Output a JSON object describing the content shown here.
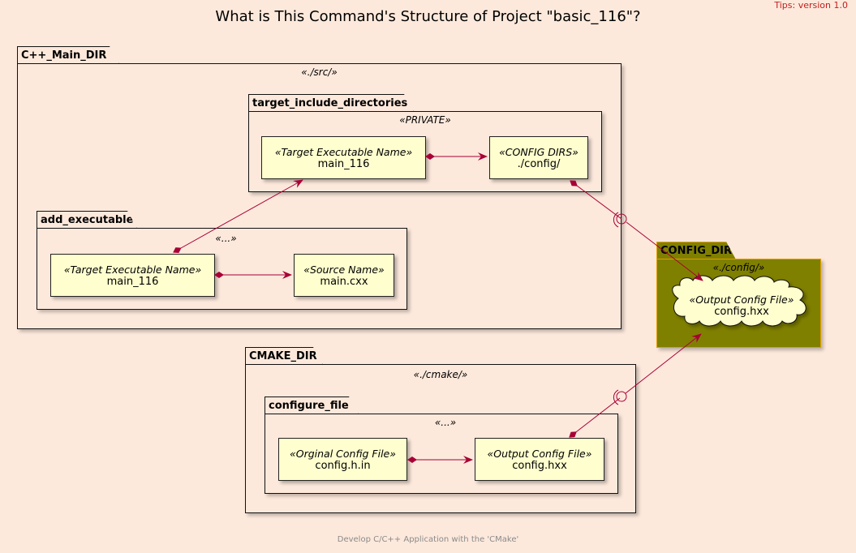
{
  "title": "What is This Command's Structure of Project \"basic_116\"?",
  "tips": "Tips: version 1.0",
  "footer": "Develop C/C++ Application with the 'CMake'",
  "colors": {
    "background": "#FDE9DC",
    "arrow": "#A80036",
    "node_fill": "#FEFECE",
    "config_dir_fill": "#808000",
    "config_dir_border": "#E0A000"
  },
  "packages": {
    "cpp_main": {
      "name": "C++_Main_DIR",
      "stereotype": "«./src/»"
    },
    "target_include": {
      "name": "target_include_directories",
      "stereotype": "«PRIVATE»"
    },
    "add_executable": {
      "name": "add_executable",
      "stereotype": "«...»"
    },
    "config_dir": {
      "name": "CONFIG_DIR",
      "stereotype": "«./config/»"
    },
    "cmake_dir": {
      "name": "CMAKE_DIR",
      "stereotype": "«./cmake/»"
    },
    "configure_file": {
      "name": "configure_file",
      "stereotype": "«...»"
    }
  },
  "nodes": {
    "tid_target": {
      "stereotype": "«Target Executable Name»",
      "label": "main_116"
    },
    "tid_config": {
      "stereotype": "«CONFIG DIRS»",
      "label": "./config/"
    },
    "ae_target": {
      "stereotype": "«Target Executable Name»",
      "label": "main_116"
    },
    "ae_source": {
      "stereotype": "«Source Name»",
      "label": "main.cxx"
    },
    "cd_output": {
      "stereotype": "«Output Config File»",
      "label": "config.hxx"
    },
    "cf_original": {
      "stereotype": "«Orginal Config File»",
      "label": "config.h.in"
    },
    "cf_output": {
      "stereotype": "«Output Config File»",
      "label": "config.hxx"
    }
  }
}
